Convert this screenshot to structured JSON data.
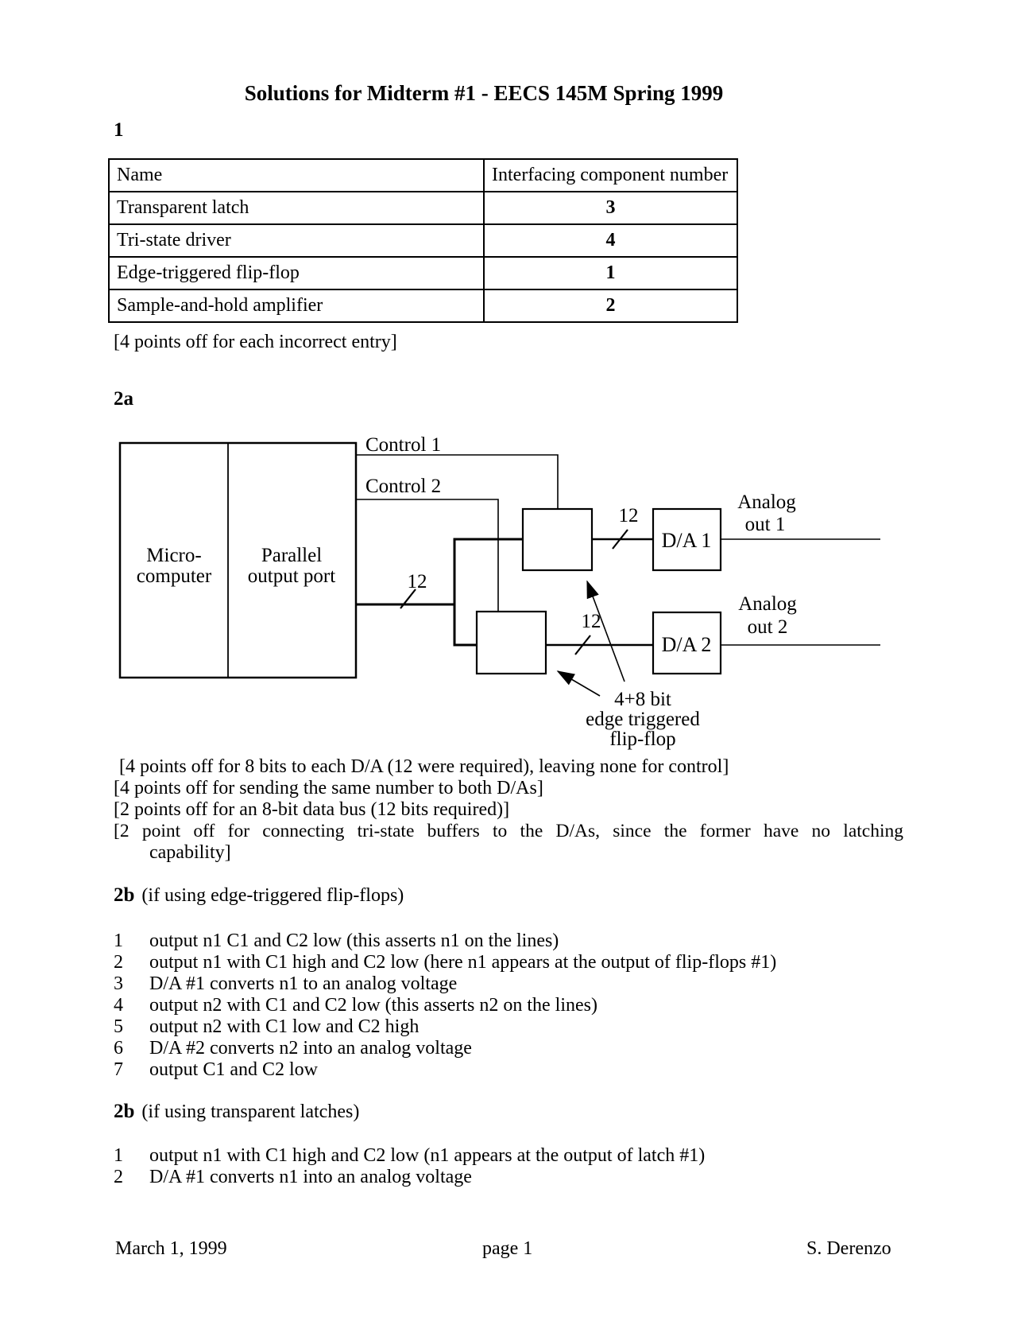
{
  "title": "Solutions for Midterm #1 - EECS 145M Spring 1999",
  "section1": {
    "heading": "1",
    "table": {
      "col1_header": "Name",
      "col2_header": "Interfacing component number",
      "rows": [
        {
          "name": "Transparent latch",
          "number": "3"
        },
        {
          "name": "Tri-state driver",
          "number": "4"
        },
        {
          "name": "Edge-triggered flip-flop",
          "number": "1"
        },
        {
          "name": "Sample-and-hold amplifier",
          "number": "2"
        }
      ]
    },
    "note": "[4 points off for each incorrect entry]"
  },
  "section2a": {
    "heading": "2a",
    "diagram": {
      "micro_line1": "Micro-",
      "micro_line2": "computer",
      "port_line1": "Parallel",
      "port_line2": "output port",
      "control1": "Control 1",
      "control2": "Control 2",
      "bus_width_port": "12",
      "bus_width_da1": "12",
      "bus_width_da2": "12",
      "da1": "D/A 1",
      "da2": "D/A 2",
      "analog1_line1": "Analog",
      "analog1_line2": "out 1",
      "analog2_line1": "Analog",
      "analog2_line2": "out 2",
      "ff_line1": "4+8 bit",
      "ff_line2": "edge triggered",
      "ff_line3": "flip-flop"
    },
    "notes": [
      "[4 points off for 8 bits to each D/A (12 were required), leaving none for control]",
      "[4 points off for sending the same number to both D/As]",
      "[2 points off for an 8-bit data bus (12 bits required)]",
      "[2 point off for connecting tri-state buffers to the D/As, since the former have no latching",
      "capability]"
    ]
  },
  "section2b_flipflops": {
    "heading_label": "2b",
    "heading_subtitle": "(if using edge-triggered flip-flops)",
    "items": [
      {
        "num": "1",
        "text": "output n1 C1 and C2 low (this asserts n1 on the lines)"
      },
      {
        "num": "2",
        "text": "output n1 with C1 high and C2 low (here n1 appears at the output of flip-flops #1)"
      },
      {
        "num": "3",
        "text": "D/A #1 converts n1 to an analog voltage"
      },
      {
        "num": "4",
        "text": "output n2 with C1 and C2 low (this asserts n2 on the lines)"
      },
      {
        "num": "5",
        "text": "output n2 with C1 low and C2 high"
      },
      {
        "num": "6",
        "text": "D/A #2 converts n2 into an analog voltage"
      },
      {
        "num": "7",
        "text": "output C1 and C2 low"
      }
    ]
  },
  "section2b_latches": {
    "heading_label": "2b",
    "heading_subtitle": "(if using transparent latches)",
    "items": [
      {
        "num": "1",
        "text": "output n1 with C1 high and C2 low (n1 appears at the output of latch #1)"
      },
      {
        "num": "2",
        "text": "D/A #1 converts n1 into an analog voltage"
      }
    ]
  },
  "footer": {
    "date": "March 1, 1999",
    "page": "page 1",
    "author": "S. Derenzo"
  }
}
